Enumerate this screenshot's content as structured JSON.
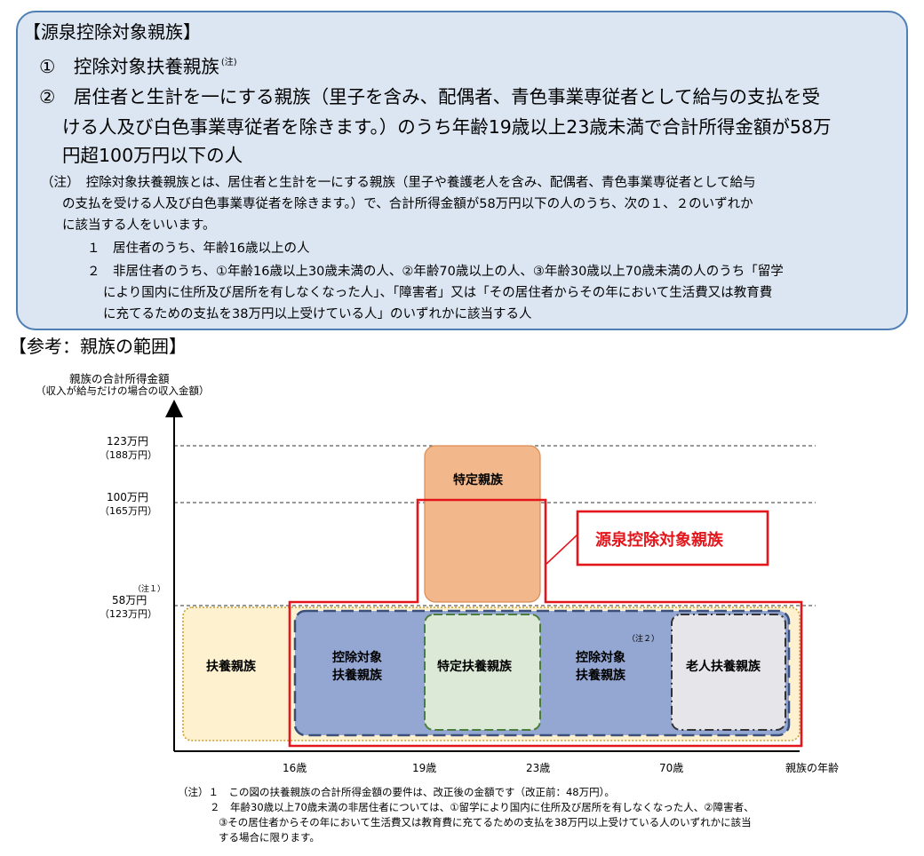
{
  "box": {
    "title": "【源泉控除対象親族】",
    "item1": "①　控除対象扶養親族",
    "item1_sup": "(注)",
    "item2_l1": "②　居住者と生計を一にする親族（里子を含み、配偶者、青色事業専従者として給与の支払を受",
    "item2_l2": "ける人及び白色事業専従者を除きます。）のうち年齢19歳以上23歳未満で合計所得金額が58万",
    "item2_l3": "円超100万円以下の人",
    "note_l1": "（注）　控除対象扶養親族とは、居住者と生計を一にする親族（里子や養護老人を含み、配偶者、青色事業専従者として給与",
    "note_l2": "の支払を受ける人及び白色事業専従者を除きます。）で、合計所得金額が58万円以下の人のうち、次の１、２のいずれか",
    "note_l3": "に該当する人をいいます。",
    "note_s1": "１　居住者のうち、年齢16歳以上の人",
    "note_s2_l1": "２　非居住者のうち、①年齢16歳以上30歳未満の人、②年齢70歳以上の人、③年齢30歳以上70歳未満の人のうち「留学",
    "note_s2_l2": "により国内に住所及び居所を有しなくなった人」、「障害者」又は「その居住者からその年において生活費又は教育費",
    "note_s2_l3": "に充てるための支払を38万円以上受けている人」のいずれかに該当する人"
  },
  "reference_title": "【参考：親族の範囲】",
  "chart": {
    "y_title": "親族の合計所得金額",
    "y_subtitle": "（収入が給与だけの場合の収入金額）",
    "x_title": "親族の年齢",
    "y_ticks": [
      {
        "label": "123万円",
        "sub": "（188万円）"
      },
      {
        "label": "100万円",
        "sub": "（165万円）"
      },
      {
        "label": "58万円",
        "sub": "（123万円）",
        "note": "（注１）"
      }
    ],
    "x_ticks": [
      "16歳",
      "19歳",
      "23歳",
      "70歳"
    ],
    "regions": {
      "tokutei": "特定親族",
      "fuyo": "扶養親族",
      "kojo1_l1": "控除対象",
      "kojo1_l2": "扶養親族",
      "tokutei_fuyo": "特定扶養親族",
      "kojo2_l1": "控除対象",
      "kojo2_l2": "扶養親族",
      "kojo2_note": "（注２）",
      "rojin": "老人扶養親族",
      "gensen": "源泉控除対象親族"
    },
    "colors": {
      "tokutei_fill": "#f2b88c",
      "fuyo_fill": "#fdf1cf",
      "kojo_fill": "#94a7d3",
      "tokutei_fuyo_fill": "#dbe9d6",
      "rojin_fill": "#e5e5ea",
      "highlight": "#e3161c"
    }
  },
  "footnotes": {
    "n1": "（注）１　この図の扶養親族の合計所得金額の要件は、改正後の金額です（改正前：48万円）。",
    "n2_l1": "２　年齢30歳以上70歳未満の非居住者については、①留学により国内に住所及び居所を有しなくなった人、②障害者、",
    "n2_l2": "③その居住者からその年において生活費又は教育費に充てるための支払を38万円以上受けている人のいずれかに該当",
    "n2_l3": "する場合に限ります。"
  }
}
